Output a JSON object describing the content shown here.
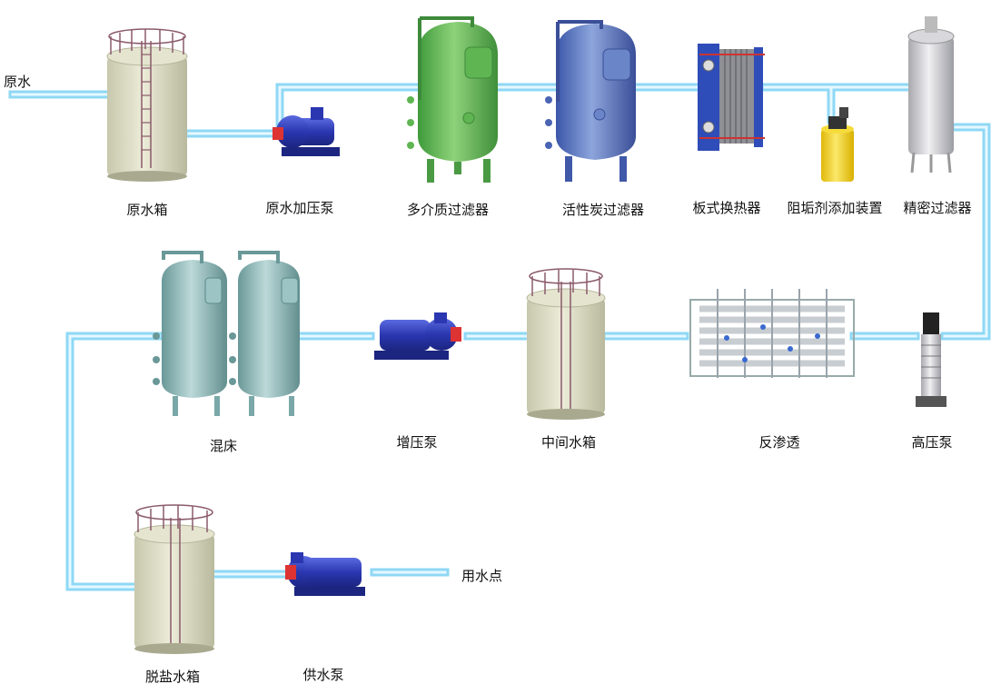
{
  "inlet_label": "原水",
  "outlet_label": "用水点",
  "equipment": {
    "raw_tank": "原水箱",
    "raw_pump": "原水加压泵",
    "multimedia_filter": "多介质过滤器",
    "carbon_filter": "活性炭过滤器",
    "plate_heat_exchanger": "板式换热器",
    "antiscalant_dosing": "阻垢剂添加装置",
    "precision_filter": "精密过滤器",
    "high_pressure_pump": "高压泵",
    "reverse_osmosis": "反渗透",
    "intermediate_tank": "中间水箱",
    "booster_pump": "增压泵",
    "mixed_bed": "混床",
    "desalted_tank": "脱盐水箱",
    "supply_pump": "供水泵"
  },
  "colors": {
    "pipe": "#8fd8f5",
    "pipe_highlight": "#e6f8ff",
    "tank_body": "#ddddc6",
    "ladder": "#8a5a6a",
    "pump_blue": "#2b3bb8",
    "multimedia_green": "#6cbf5a",
    "carbon_blue": "#5b78c0",
    "mixed_bed_teal": "#8fb8b8",
    "dosing_yellow": "#f2d21a",
    "steel": "#c8c8cc"
  }
}
